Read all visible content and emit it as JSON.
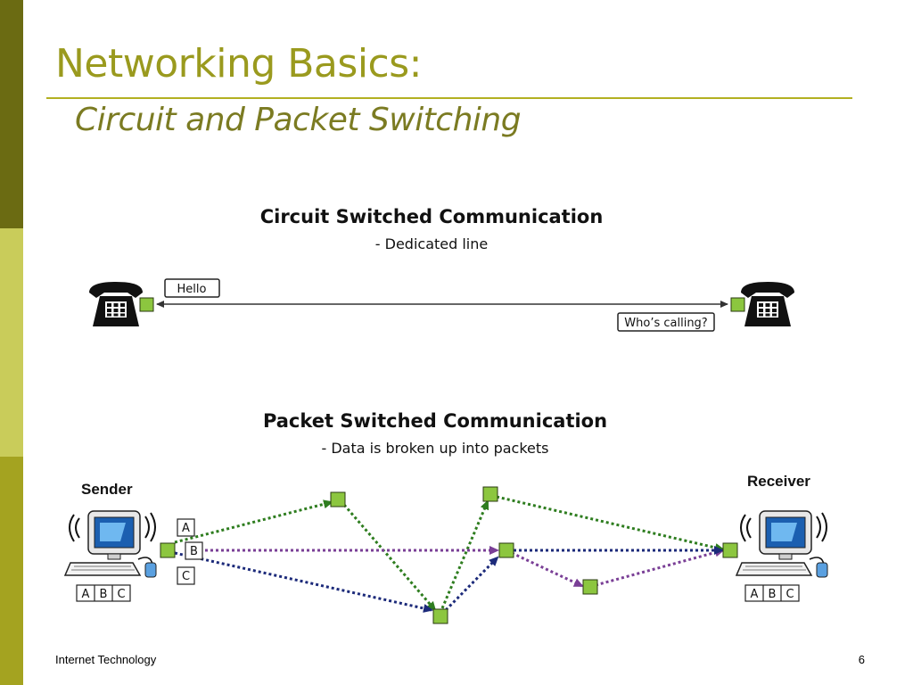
{
  "slide": {
    "title": "Networking Basics:",
    "subtitle": "Circuit and Packet Switching",
    "footer_left": "Internet Technology",
    "page_number": "6"
  },
  "colors": {
    "accent": "#9a9a1e",
    "sidebar_top": "#6b6b12",
    "sidebar_middle": "#c9cc5a",
    "sidebar_bottom": "#a4a320",
    "node_green": "#8cc63f",
    "path_green": "#2e7d1f",
    "path_purple": "#7a3f96",
    "path_navy": "#1c2a7a"
  },
  "circuit": {
    "heading": "Circuit Switched Communication",
    "caption": "- Dedicated line",
    "message_left": "Hello",
    "message_right": "Who’s calling?"
  },
  "packet": {
    "heading": "Packet Switched Communication",
    "caption": "- Data is broken up into packets",
    "sender_label": "Sender",
    "receiver_label": "Receiver",
    "packets": [
      "A",
      "B",
      "C"
    ],
    "sender_queue": [
      "A",
      "B",
      "C"
    ],
    "receiver_queue": [
      "A",
      "B",
      "C"
    ]
  }
}
